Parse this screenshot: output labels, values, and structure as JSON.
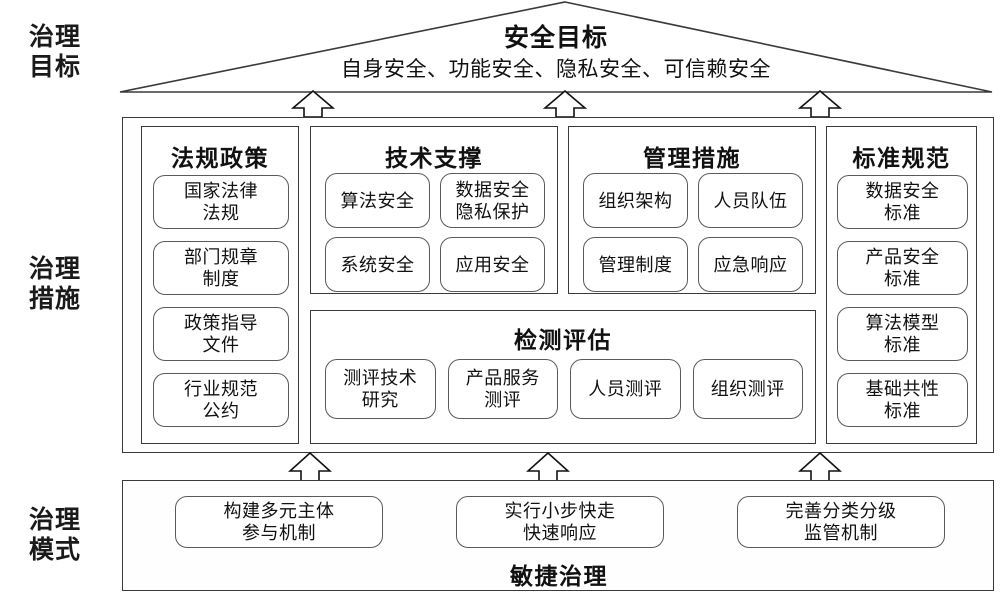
{
  "rail": {
    "goal": {
      "line1": "治理",
      "line2": "目标"
    },
    "measure": {
      "line1": "治理",
      "line2": "措施"
    },
    "mode": {
      "line1": "治理",
      "line2": "模式"
    }
  },
  "pediment": {
    "title": "安全目标",
    "subtitle": "自身安全、功能安全、隐私安全、可信赖安全"
  },
  "panels": {
    "policy": {
      "title": "法规政策",
      "items": [
        {
          "line1": "国家法律",
          "line2": "法规"
        },
        {
          "line1": "部门规章",
          "line2": "制度"
        },
        {
          "line1": "政策指导",
          "line2": "文件"
        },
        {
          "line1": "行业规范",
          "line2": "公约"
        }
      ]
    },
    "tech": {
      "title": "技术支撑",
      "items": [
        {
          "line1": "算法安全",
          "line2": ""
        },
        {
          "line1": "数据安全",
          "line2": "隐私保护"
        },
        {
          "line1": "系统安全",
          "line2": ""
        },
        {
          "line1": "应用安全",
          "line2": ""
        }
      ]
    },
    "manage": {
      "title": "管理措施",
      "items": [
        {
          "line1": "组织架构",
          "line2": ""
        },
        {
          "line1": "人员队伍",
          "line2": ""
        },
        {
          "line1": "管理制度",
          "line2": ""
        },
        {
          "line1": "应急响应",
          "line2": ""
        }
      ]
    },
    "standard": {
      "title": "标准规范",
      "items": [
        {
          "line1": "数据安全",
          "line2": "标准"
        },
        {
          "line1": "产品安全",
          "line2": "标准"
        },
        {
          "line1": "算法模型",
          "line2": "标准"
        },
        {
          "line1": "基础共性",
          "line2": "标准"
        }
      ]
    },
    "eval": {
      "title": "检测评估",
      "items": [
        {
          "line1": "测评技术",
          "line2": "研究"
        },
        {
          "line1": "产品服务",
          "line2": "测评"
        },
        {
          "line1": "人员测评",
          "line2": ""
        },
        {
          "line1": "组织测评",
          "line2": ""
        }
      ]
    }
  },
  "mode": {
    "caption": "敏捷治理",
    "items": [
      {
        "line1": "构建多元主体",
        "line2": "参与机制"
      },
      {
        "line1": "实行小步快走",
        "line2": "快速响应"
      },
      {
        "line1": "完善分类分级",
        "line2": "监管机制"
      }
    ]
  },
  "colors": {
    "stroke": "#3a3a3a",
    "chip_stroke": "#5a5a5a",
    "text": "#111111",
    "background": "#ffffff"
  },
  "icons": {
    "arrow_up": "arrow-up-icon",
    "pediment": "triangle-roof-icon"
  }
}
